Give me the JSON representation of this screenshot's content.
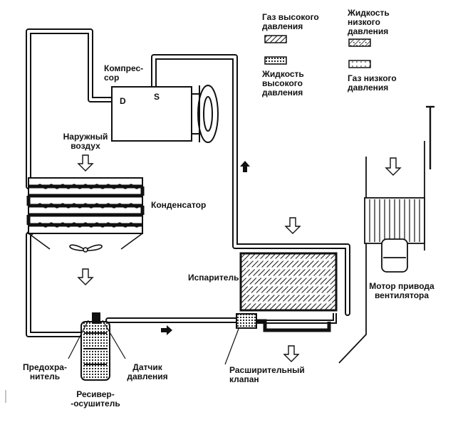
{
  "legend": {
    "high_pressure_gas": "Газ высокого\nдавления",
    "high_pressure_liquid": "Жидкость\nвысокого\nдавления",
    "low_pressure_liquid": "Жидкость\nнизкого\nдавления",
    "low_pressure_gas": "Газ низкого\nдавления"
  },
  "labels": {
    "compressor": "Компрес-\nсор",
    "port_discharge": "D",
    "port_suction": "S",
    "outside_air": "Наружный\nвоздух",
    "condenser": "Конденсатор",
    "evaporator": "Испаритель",
    "fan_motor": "Мотор привода\nвентилятора",
    "fuse": "Предохра-\nнитель",
    "pressure_sensor": "Датчик\nдавления",
    "receiver_dryer": "Ресивер-\n-осушитель",
    "expansion_valve": "Расширительный\nклапан"
  },
  "colors": {
    "ink": "#111111",
    "background": "#ffffff"
  }
}
